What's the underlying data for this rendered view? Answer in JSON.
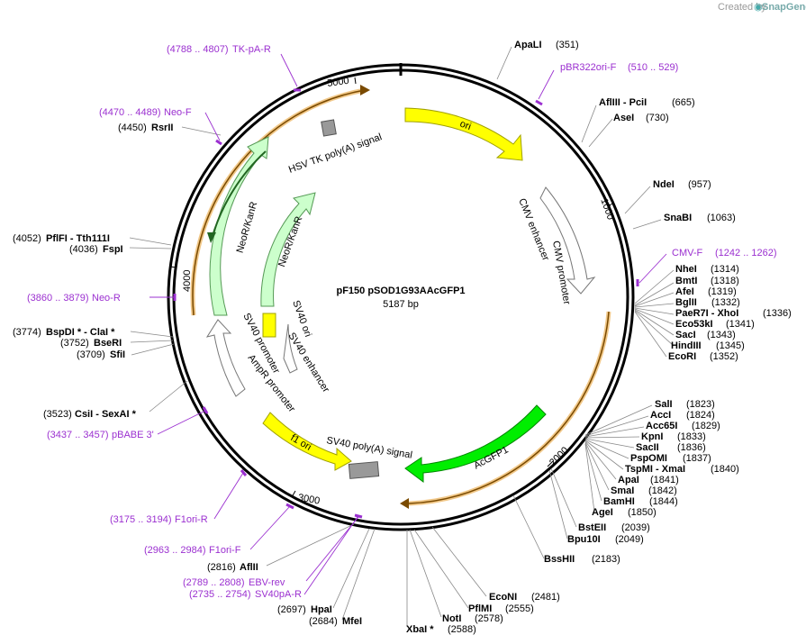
{
  "credit": {
    "created_by": "Created by",
    "brand": "SnapGene"
  },
  "plasmid": {
    "name": "pF150 pSOD1G93AAcGFP1",
    "length": "5187 bp"
  },
  "ticks": [
    "1000",
    "2000",
    "3000",
    "4000",
    "5000"
  ],
  "enzymes": [
    {
      "name": "ApaLI",
      "pos": "(351)"
    },
    {
      "name": "AflIII  - PciI",
      "pos": "(665)"
    },
    {
      "name": "AseI",
      "pos": "(730)"
    },
    {
      "name": "NdeI",
      "pos": "(957)"
    },
    {
      "name": "SnaBI",
      "pos": "(1063)"
    },
    {
      "name": "NheI",
      "pos": "(1314)"
    },
    {
      "name": "BmtI",
      "pos": "(1318)"
    },
    {
      "name": "AfeI",
      "pos": "(1319)"
    },
    {
      "name": "BglII",
      "pos": "(1332)"
    },
    {
      "name": "PaeR7I  - XhoI",
      "pos": "(1336)"
    },
    {
      "name": "Eco53kI",
      "pos": "(1341)"
    },
    {
      "name": "SacI",
      "pos": "(1343)"
    },
    {
      "name": "HindIII",
      "pos": "(1345)"
    },
    {
      "name": "EcoRI",
      "pos": "(1352)"
    },
    {
      "name": "SalI",
      "pos": "(1823)"
    },
    {
      "name": "AccI",
      "pos": "(1824)"
    },
    {
      "name": "Acc65I",
      "pos": "(1829)"
    },
    {
      "name": "KpnI",
      "pos": "(1833)"
    },
    {
      "name": "SacII",
      "pos": "(1836)"
    },
    {
      "name": "PspOMI",
      "pos": "(1837)"
    },
    {
      "name": "TspMI  - XmaI",
      "pos": "(1840)"
    },
    {
      "name": "ApaI",
      "pos": "(1841)"
    },
    {
      "name": "SmaI",
      "pos": "(1842)"
    },
    {
      "name": "BamHI",
      "pos": "(1844)"
    },
    {
      "name": "AgeI",
      "pos": "(1850)"
    },
    {
      "name": "BstEII",
      "pos": "(2039)"
    },
    {
      "name": "Bpu10I",
      "pos": "(2049)"
    },
    {
      "name": "BssHII",
      "pos": "(2183)"
    },
    {
      "name": "EcoNI",
      "pos": "(2481)"
    },
    {
      "name": "PflMI",
      "pos": "(2555)"
    },
    {
      "name": "NotI",
      "pos": "(2578)"
    },
    {
      "name": "XbaI *",
      "pos": "(2588)"
    },
    {
      "name": "MfeI",
      "pos": "(2684)"
    },
    {
      "name": "HpaI",
      "pos": "(2697)"
    },
    {
      "name": "AflII",
      "pos": "(2816)"
    },
    {
      "name": "CsiI  - SexAI *",
      "pos": "(3523)"
    },
    {
      "name": "SfiI",
      "pos": "(3709)"
    },
    {
      "name": "BseRI",
      "pos": "(3752)"
    },
    {
      "name": "BspDI *  - ClaI *",
      "pos": "(3774)"
    },
    {
      "name": "FspI",
      "pos": "(4036)"
    },
    {
      "name": "PflFI  - Tth111I",
      "pos": "(4052)"
    },
    {
      "name": "RsrII",
      "pos": "(4450)"
    }
  ],
  "primers": [
    {
      "name": "TK-pA-R",
      "range": "(4788 .. 4807)"
    },
    {
      "name": "pBR322ori-F",
      "range": "(510 .. 529)"
    },
    {
      "name": "Neo-F",
      "range": "(4470 .. 4489)"
    },
    {
      "name": "CMV-F",
      "range": "(1242 .. 1262)"
    },
    {
      "name": "Neo-R",
      "range": "(3860 .. 3879)"
    },
    {
      "name": "pBABE 3'",
      "range": "(3437 .. 3457)"
    },
    {
      "name": "F1ori-R",
      "range": "(3175 .. 3194)"
    },
    {
      "name": "F1ori-F",
      "range": "(2963 .. 2984)"
    },
    {
      "name": "EBV-rev",
      "range": "(2789 .. 2808)"
    },
    {
      "name": "SV40pA-R",
      "range": "(2735 .. 2754)"
    }
  ],
  "features": [
    {
      "label": "ori",
      "color": "#ffff00"
    },
    {
      "label": "CMV enhancer",
      "color": "#ffffff"
    },
    {
      "label": "CMV promoter",
      "color": "#ffffff"
    },
    {
      "label": "AcGFP1",
      "color": "#00ee00"
    },
    {
      "label": "SV40 poly(A) signal",
      "color": "#999999"
    },
    {
      "label": "f1 ori",
      "color": "#ffff00"
    },
    {
      "label": "AmpR promoter",
      "color": "#ffffff"
    },
    {
      "label": "SV40 promoter",
      "color": "#ffffff"
    },
    {
      "label": "SV40 enhancer",
      "color": "#ffffff"
    },
    {
      "label": "SV40 ori",
      "color": "#ffff00"
    },
    {
      "label": "NeoR/KanR",
      "color": "#ccffcc"
    },
    {
      "label": "NeoR/KanR",
      "color": "#ccffcc"
    },
    {
      "label": "HSV TK poly(A) signal",
      "color": "#999999"
    }
  ],
  "colors": {
    "primer": "#9b30d0",
    "orf": "#e8a33a",
    "backbone": "#000000"
  }
}
